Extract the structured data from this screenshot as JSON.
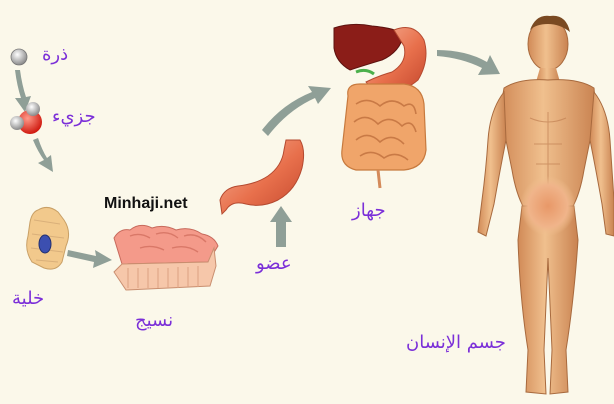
{
  "labels": {
    "atom": "ذرة",
    "molecule": "جزيء",
    "cell": "خلية",
    "tissue": "نسيج",
    "organ": "عضو",
    "system": "جهاز",
    "human_body": "جسم الإنسان"
  },
  "watermark": "Minhaji.net",
  "colors": {
    "background": "#fbf8ea",
    "label": "#7b2fd8",
    "arrow": "#8f9f97"
  }
}
